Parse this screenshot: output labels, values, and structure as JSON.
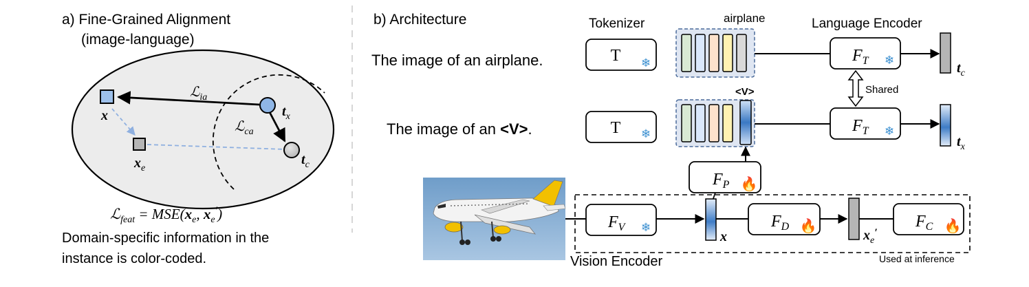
{
  "panel_a": {
    "title_line1": "a) Fine-Grained Alignment",
    "title_line2": "(image-language)",
    "labels": {
      "loss_ia": "ℒ",
      "loss_ia_sub": "ia",
      "loss_ca": "ℒ",
      "loss_ca_sub": "ca",
      "x": "x",
      "xe": "x",
      "xe_sub": "e",
      "tx": "t",
      "tx_sub": "x",
      "tc": "t",
      "tc_sub": "c"
    },
    "formula": {
      "lhs": "ℒ",
      "lhs_sub": "feat",
      "eq": " = MSE(",
      "a": "x",
      "a_sub": "e",
      "comma": ", ",
      "b": "x",
      "b_sub": "e",
      "prime": "′",
      "close": ")"
    },
    "caption_line1": "Domain-specific information in the",
    "caption_line2": "instance is color-coded."
  },
  "panel_b": {
    "title": "b) Architecture",
    "tokenizer_label": "Tokenizer",
    "token_word": "airplane",
    "language_encoder_label": "Language Encoder",
    "sentence1": "The image of an airplane.",
    "sentence2_prefix": "The image of an ",
    "sentence2_token": "<V>",
    "sentence2_suffix": ".",
    "v_token_label": "<V>",
    "shared_label": "Shared",
    "tokenizer_T": "T",
    "FT": "F",
    "FT_sub": "T",
    "FP": "F",
    "FP_sub": "P",
    "FV": "F",
    "FV_sub": "V",
    "FD": "F",
    "FD_sub": "D",
    "FC": "F",
    "FC_sub": "C",
    "tc": "t",
    "tc_sub": "c",
    "tx": "t",
    "tx_sub": "x",
    "x": "x",
    "xe": "x",
    "xe_sub": "e",
    "xe_prime": "′",
    "vision_encoder_label": "Vision Encoder",
    "inference_label": "Used at inference"
  },
  "icons": {
    "frozen": "snowflake-icon",
    "trainable": "flame-icon"
  },
  "colors": {
    "token_green": "#d9ead3",
    "token_blue": "#dae8fc",
    "token_orange": "#fde2cc",
    "token_yellow": "#fff2b3",
    "token_gray": "#d9d9d9",
    "embed_blue": "#3a78c3",
    "snowflake": "#3a8fd0",
    "flame": "#f07020",
    "ellipse": "#ececec"
  }
}
